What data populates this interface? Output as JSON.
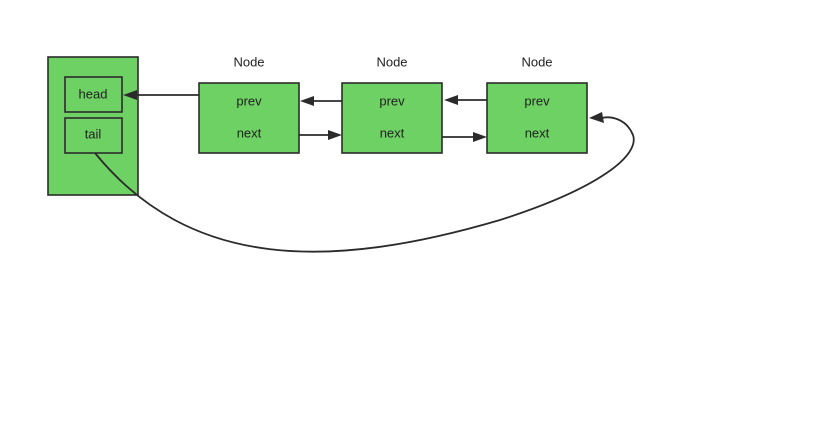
{
  "list": {
    "head_label": "head",
    "tail_label": "tail"
  },
  "nodes": [
    {
      "title": "Node",
      "prev_label": "prev",
      "next_label": "next"
    },
    {
      "title": "Node",
      "prev_label": "prev",
      "next_label": "next"
    },
    {
      "title": "Node",
      "prev_label": "prev",
      "next_label": "next"
    }
  ],
  "colors": {
    "box_fill": "#6ed163",
    "stroke": "#2b2b2b"
  }
}
